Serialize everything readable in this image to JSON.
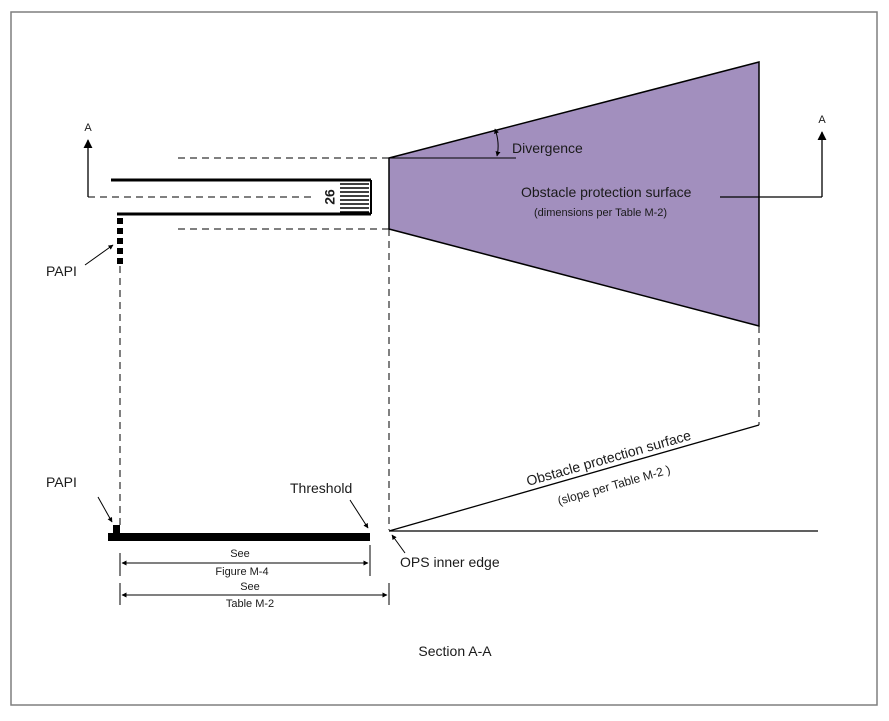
{
  "labels": {
    "divergence": "Divergence",
    "ops_plan": "Obstacle protection surface",
    "ops_plan_dims": "(dimensions per Table M-2)",
    "section_arrow_left": "A",
    "section_arrow_right": "A",
    "papi_plan": "PAPI",
    "runway_number": "26",
    "ops_profile": "Obstacle protection surface",
    "ops_profile_slope": "(slope per Table M-2 )",
    "papi_profile": "PAPI",
    "threshold": "Threshold",
    "ops_inner_edge": "OPS inner edge",
    "see1_line1": "See",
    "see1_line2": "Figure M-4",
    "see2_line1": "See",
    "see2_line2": "Table M-2",
    "section_title": "Section A-A"
  },
  "colors": {
    "ops_fill": "#A28FBE",
    "line": "#000000",
    "frame": "#7f7f7f"
  }
}
